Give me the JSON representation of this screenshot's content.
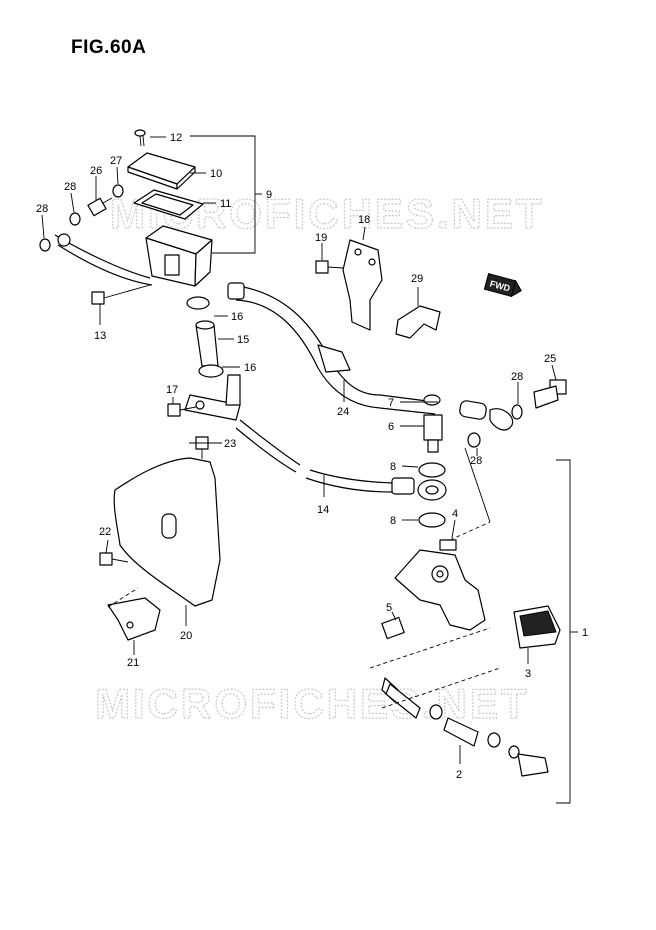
{
  "figure": {
    "title": "FIG.60A"
  },
  "watermarks": [
    "MICROFICHES.NET",
    "MICROFICHES.NET"
  ],
  "badges": {
    "fwd": "FWD"
  },
  "callouts": {
    "c1": "1",
    "c2": "2",
    "c3": "3",
    "c4": "4",
    "c5": "5",
    "c6": "6",
    "c7": "7",
    "c8a": "8",
    "c8b": "8",
    "c9": "9",
    "c10": "10",
    "c11": "11",
    "c12": "12",
    "c13": "13",
    "c14": "14",
    "c15": "15",
    "c16a": "16",
    "c16b": "16",
    "c17": "17",
    "c18": "18",
    "c19": "19",
    "c20": "20",
    "c21": "21",
    "c22": "22",
    "c23": "23",
    "c24": "24",
    "c25": "25",
    "c26": "26",
    "c27": "27",
    "c28a": "28",
    "c28b": "28",
    "c28c": "28",
    "c28d": "28",
    "c29": "29"
  }
}
